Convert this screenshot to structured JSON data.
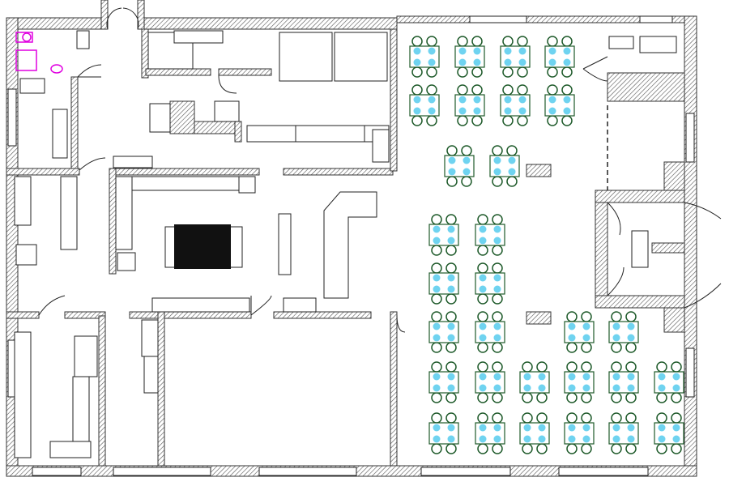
{
  "plan": {
    "type": "restaurant-floor-plan",
    "colors": {
      "wall_hatch": "#555555",
      "chair": "#1e5a2a",
      "seat_highlight": "#6fd3f0",
      "sanitary": "#e000e0",
      "burner": "#e8d800",
      "accent_green": "#22cc44"
    },
    "dining_tables": 30,
    "seats_per_table": 4
  }
}
